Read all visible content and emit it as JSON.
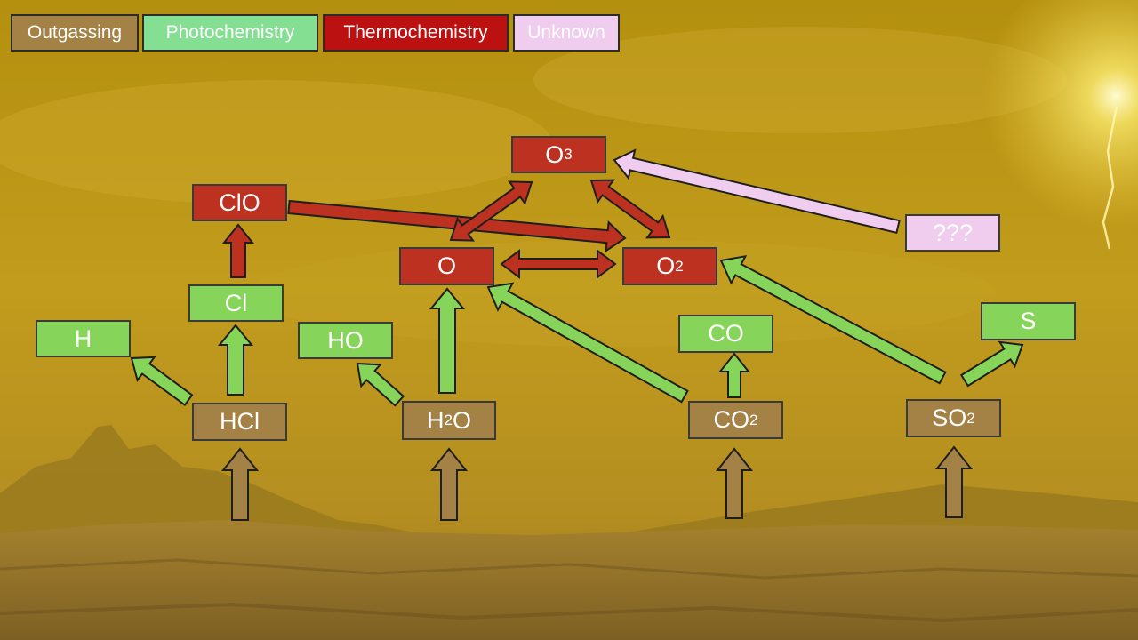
{
  "colors": {
    "outgassing": "#a48145",
    "photochemistry": "#86d45a",
    "legend_photochemistry": "#85df92",
    "thermochemistry": "#bd3121",
    "legend_thermochemistry": "#bb1111",
    "unknown": "#f0ccee"
  },
  "legend": {
    "outgassing": "Outgassing",
    "photochemistry": "Photochemistry",
    "thermochemistry": "Thermochemistry",
    "unknown": "Unknown"
  },
  "nodes": {
    "O3": {
      "main": "O",
      "sub": "3"
    },
    "ClO": {
      "main": "ClO"
    },
    "O": {
      "main": "O"
    },
    "O2": {
      "main": "O",
      "sub": "2"
    },
    "unknown": {
      "main": "???"
    },
    "Cl": {
      "main": "Cl"
    },
    "H": {
      "main": "H"
    },
    "HO": {
      "main": "HO"
    },
    "CO": {
      "main": "CO"
    },
    "S": {
      "main": "S"
    },
    "HCl": {
      "main": "HCl"
    },
    "H2O": {
      "main": "H",
      "sub": "2",
      "tail": "O"
    },
    "CO2": {
      "main": "CO",
      "sub": "2"
    },
    "SO2": {
      "main": "SO",
      "sub": "2"
    }
  }
}
